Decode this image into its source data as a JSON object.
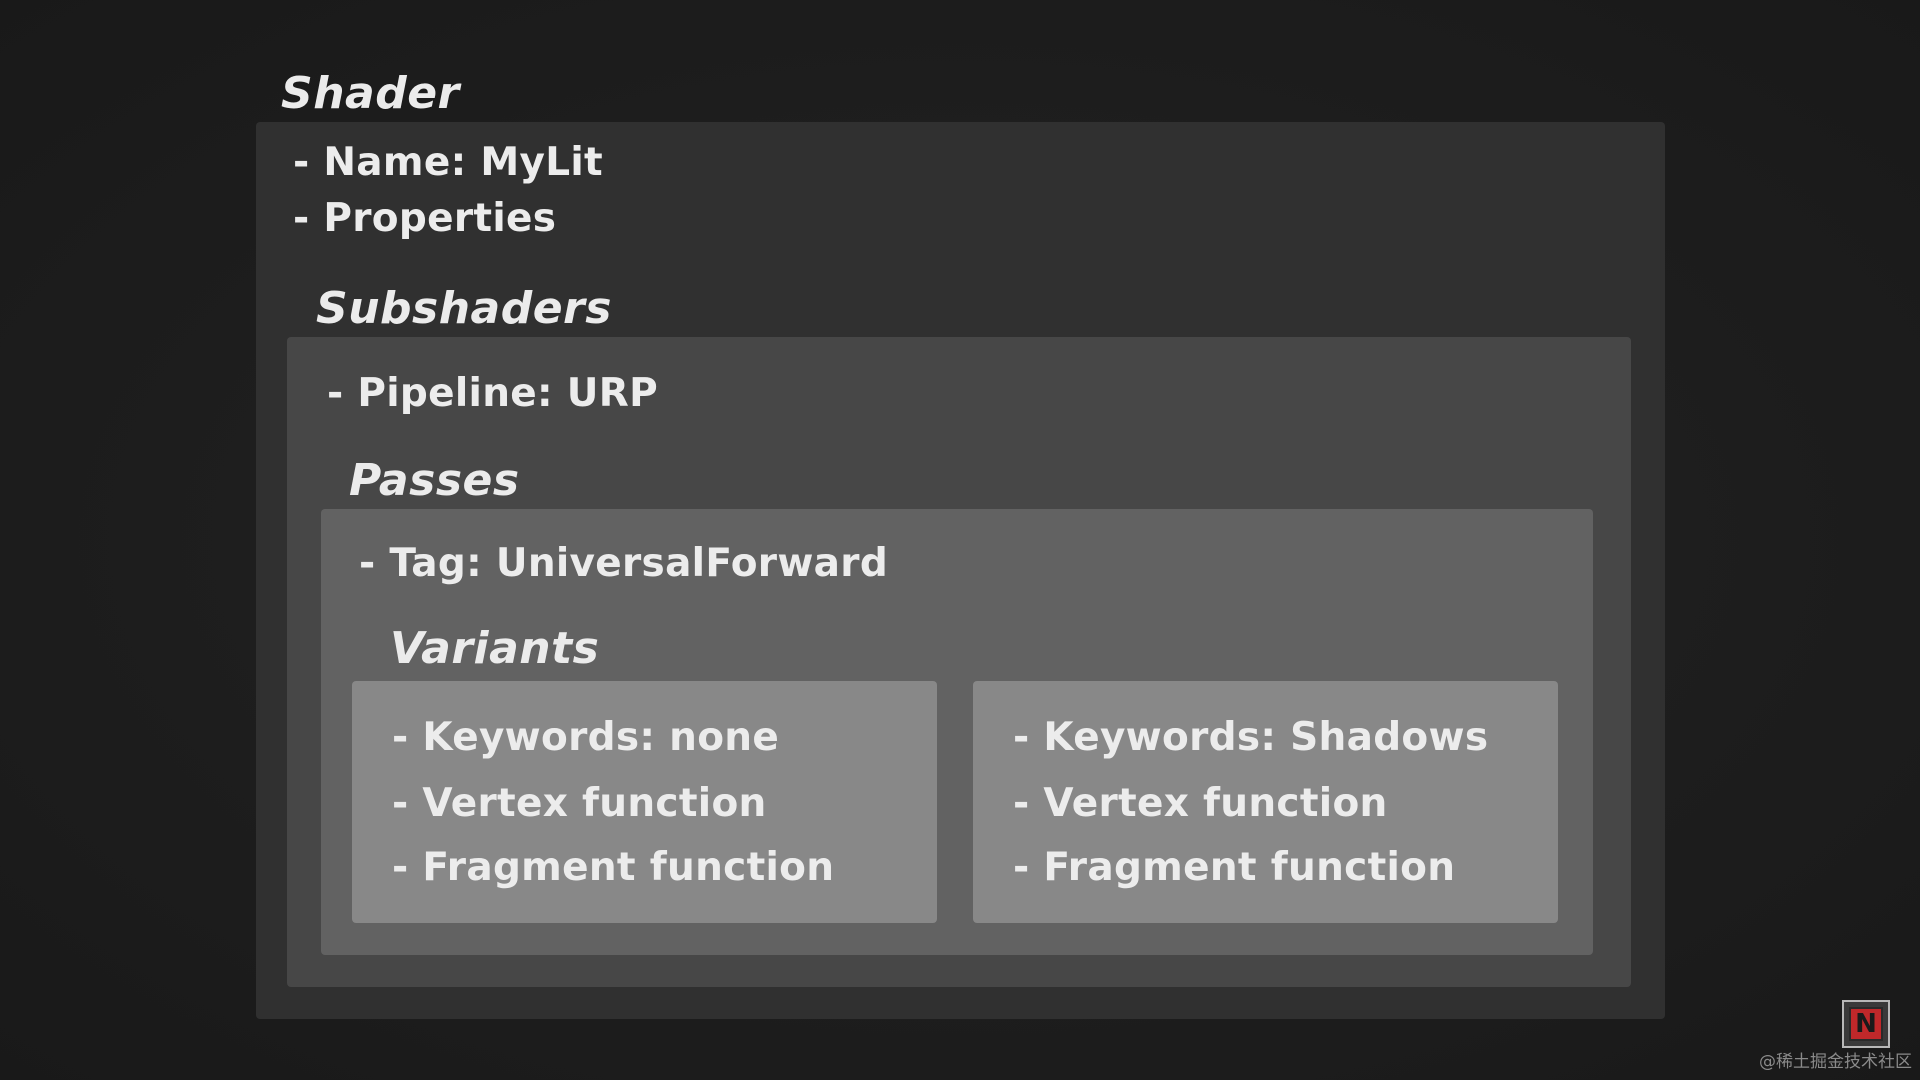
{
  "shader": {
    "title": "Shader",
    "name": "- Name: MyLit",
    "properties": "- Properties"
  },
  "subshaders": {
    "title": "Subshaders",
    "pipeline": "- Pipeline: URP"
  },
  "passes": {
    "title": "Passes",
    "tag": "- Tag: UniversalForward"
  },
  "variants": {
    "title": "Variants",
    "items": [
      {
        "keywords": "- Keywords: none",
        "vertex": "- Vertex function",
        "fragment": "- Fragment function"
      },
      {
        "keywords": "- Keywords: Shadows",
        "vertex": "- Vertex function",
        "fragment": "- Fragment function"
      }
    ]
  },
  "logo": {
    "letter": "N",
    "color": "#c0282a"
  },
  "watermark": "@稀土掘金技术社区",
  "colors": {
    "background": "#1d1d1d",
    "shader_box": "#303030",
    "subshader_box": "#474747",
    "passes_box": "#626262",
    "variant_box": "#888888",
    "text": "#ececec"
  }
}
